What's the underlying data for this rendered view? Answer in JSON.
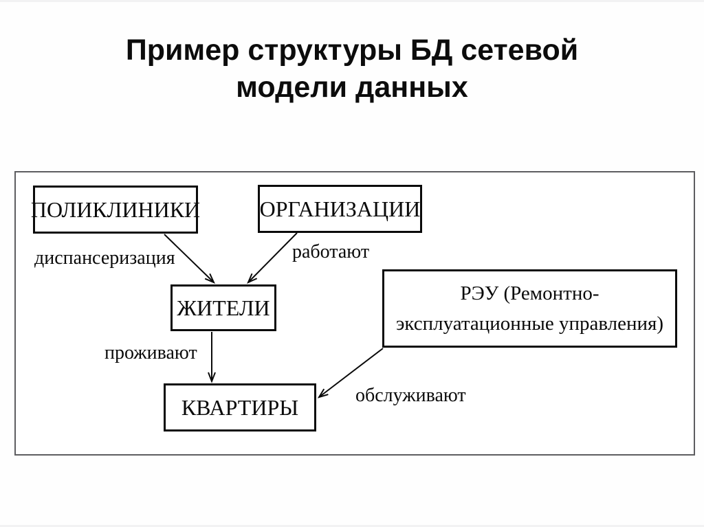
{
  "title": {
    "line1": "Пример структуры БД сетевой",
    "line2": "модели данных"
  },
  "diagram": {
    "entities": {
      "polyclinics": "ПОЛИКЛИНИКИ",
      "organizations": "ОРГАНИЗАЦИИ",
      "residents": "ЖИТЕЛИ",
      "apartments": "КВАРТИРЫ",
      "reu_line1": "РЭУ (Ремонтно-",
      "reu_line2": "эксплуатационные управления)"
    },
    "relations": {
      "dispensary": "диспансеризация",
      "work": "работают",
      "live": "проживают",
      "service": "обслуживают"
    },
    "colors": {
      "background": "#ffffff",
      "text": "#0a0a0a",
      "box_border": "#0a0a0a",
      "frame_border": "#5d5d60"
    }
  }
}
